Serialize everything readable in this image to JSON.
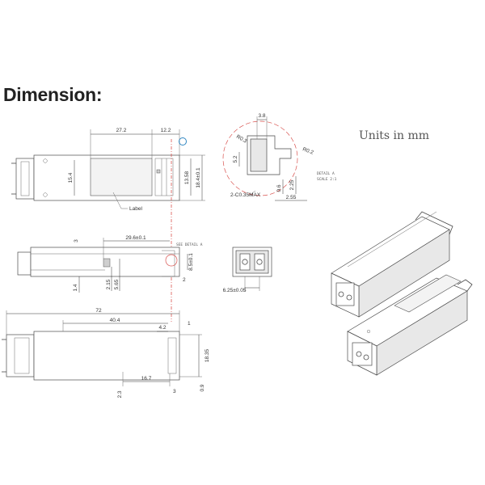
{
  "heading": "Dimension:",
  "units_note": "Units in mm",
  "top_view": {
    "dim_body_length": "27.2",
    "dim_tail": "12.2",
    "dim_height_left": "15.4",
    "dim_height_mid": "13.58",
    "dim_height_right": "18.4±0.1",
    "label_callout": "Label"
  },
  "detail_a": {
    "dim_top": "3.8",
    "radius_left": "R0.3",
    "radius_right": "R0.2",
    "dim_left": "5.2",
    "chamfer": "2-C0.35MAX",
    "dim_small1": "0.6",
    "dim_small2": "2.25",
    "dim_bottom": "2.55",
    "detail_label": "DETAIL A",
    "scale_label": "SCALE 2:1"
  },
  "side_view": {
    "dim_top_left": "3",
    "dim_length": "29.6±0.1",
    "see_detail": "SEE DETAIL A",
    "dim_right": "8.5±0.1",
    "dim_right_small": "2",
    "dim_left_bottom": "1.4",
    "dim_a": "2.15",
    "dim_b": "5.65"
  },
  "front_view": {
    "dim_pitch": "6.25±0.05"
  },
  "bottom_view": {
    "dim_overall": "72",
    "dim_mid": "40.4",
    "dim_small": "4.2",
    "dim_right_top": "1",
    "dim_right_height": "18.35",
    "dim_bottom": "16.7",
    "dim_left_bottom": "2.3",
    "dim_small_bottom": "3",
    "dim_right_bottom": "0.9"
  }
}
